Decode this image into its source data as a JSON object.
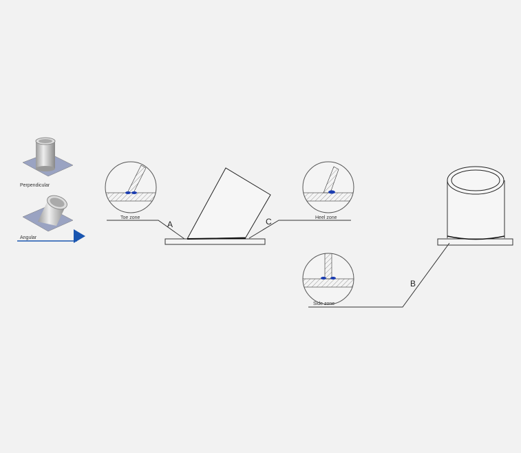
{
  "sidebar": {
    "items": [
      {
        "label": "Perpendicular",
        "active": false
      },
      {
        "label": "Angular",
        "active": true
      }
    ],
    "accent_color": "#1a56b0"
  },
  "diagram": {
    "details": {
      "toe": "Toe zone",
      "heel": "Heel zone",
      "side": "Side zone"
    },
    "markers": {
      "a": "A",
      "b": "B",
      "c": "C"
    }
  }
}
